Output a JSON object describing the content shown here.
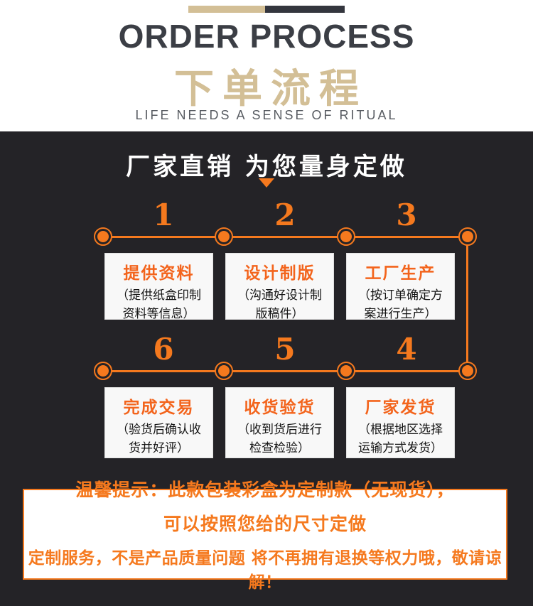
{
  "header": {
    "title_en": "ORDER PROCESS",
    "title_cn": "下单流程",
    "subtitle": "LIFE NEEDS A SENSE OF RITUAL"
  },
  "colors": {
    "accent_orange": "#f5791e",
    "tan": "#d3bf96",
    "dark_bar": "#34363e",
    "section_bg": "#242327"
  },
  "section": {
    "heading": "厂家直销 为您量身定做",
    "steps": [
      {
        "num": "1",
        "title": "提供资料",
        "line1": "（提供纸盒印制",
        "line2": "资料等信息）"
      },
      {
        "num": "2",
        "title": "设计制版",
        "line1": "（沟通好设计制",
        "line2": "版稿件）"
      },
      {
        "num": "3",
        "title": "工厂生产",
        "line1": "（按订单确定方",
        "line2": "案进行生产）"
      },
      {
        "num": "4",
        "title": "厂家发货",
        "line1": "（根据地区选择",
        "line2": "运输方式发货）"
      },
      {
        "num": "5",
        "title": "收货验货",
        "line1": "（收到货后进行",
        "line2": "检查检验）"
      },
      {
        "num": "6",
        "title": "完成交易",
        "line1": "（验货后确认收",
        "line2": "货并好评）"
      }
    ],
    "notice": {
      "line1": "温馨提示：此款包装彩盒为定制款（无现货），",
      "line2": "可以按照您给的尺寸定做",
      "line3": "定制服务，不是产品质量问题 将不再拥有退换等权力哦，敬请谅解！"
    }
  }
}
